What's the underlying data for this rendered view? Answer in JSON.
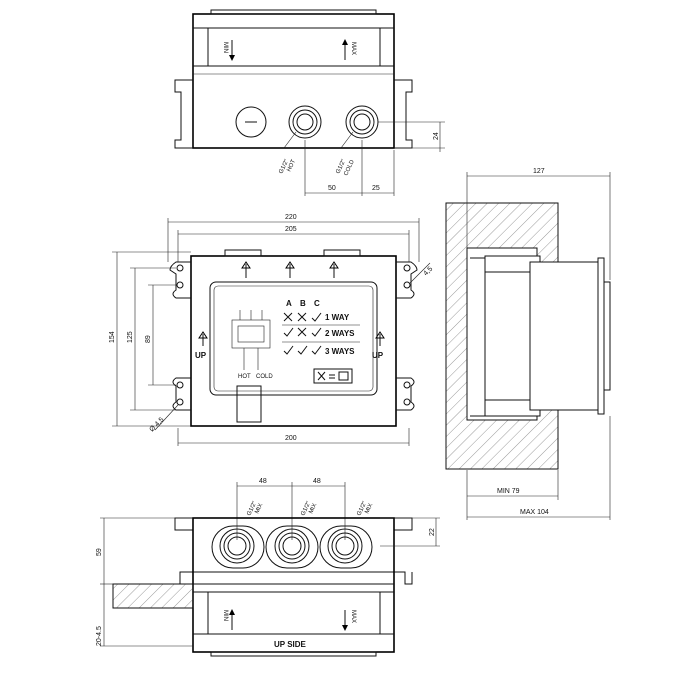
{
  "top_view": {
    "min_label": "MIN",
    "max_label": "MAX",
    "port_hot_size": "G1/2\"",
    "port_hot_name": "HOT",
    "port_cold_size": "G1/2\"",
    "port_cold_name": "COLD",
    "dim_height": "24",
    "dim_spacing_1": "50",
    "dim_spacing_2": "25"
  },
  "front_view": {
    "dim_overall_width": "220",
    "dim_bracket_width": "205",
    "dim_body_width": "200",
    "dim_overall_height": "154",
    "dim_inner_height": "125",
    "dim_frame_height": "89",
    "dim_hole_top": "4,5",
    "dim_hole_bottom": "Ø 4,5",
    "up_left": "UP",
    "up_right": "UP",
    "col_a": "A",
    "col_b": "B",
    "col_c": "C",
    "way_1": "1 WAY",
    "way_2": "2 WAYS",
    "way_3": "3 WAYS",
    "hot_label": "HOT",
    "cold_label": "COLD"
  },
  "side_view": {
    "dim_depth": "127",
    "dim_min": "MIN 79",
    "dim_max": "MAX 104"
  },
  "bottom_view": {
    "dim_spacing_1": "48",
    "dim_spacing_2": "48",
    "dim_height": "22",
    "dim_body": "59",
    "dim_offset": "20-4.5",
    "port_size_1": "G1/2\"",
    "port_name_1": "MIX",
    "port_size_2": "G1/2\"",
    "port_name_2": "MIX",
    "port_size_3": "G1/2\"",
    "port_name_3": "MIX",
    "min_label": "MIN",
    "max_label": "MAX",
    "up_side": "UP SIDE"
  }
}
